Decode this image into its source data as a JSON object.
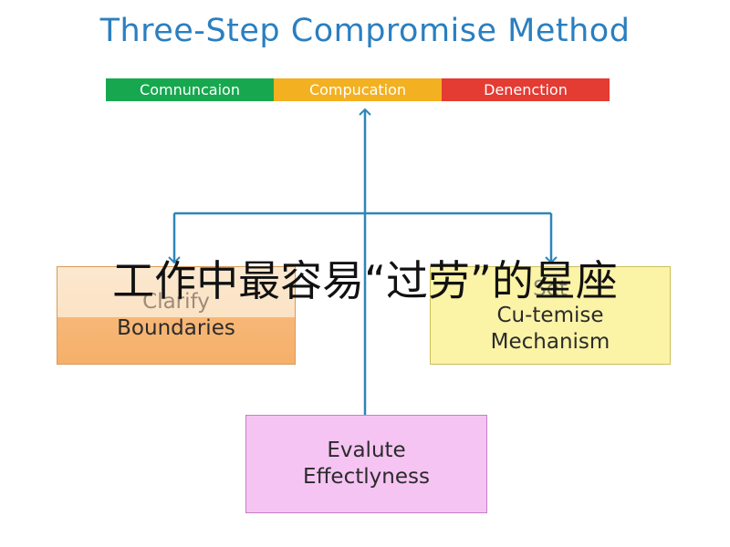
{
  "title": "Three-Step Compromise Method",
  "step_bar": [
    {
      "label": "Comnuncaion",
      "color": "#17a84f"
    },
    {
      "label": "Compucation",
      "color": "#f3b021"
    },
    {
      "label": "Denenction",
      "color": "#e43b33"
    }
  ],
  "boxes": {
    "left": {
      "line1": "Clarify",
      "line2": "Boundaries"
    },
    "right": {
      "line1": "Set",
      "line2": "Cu-temise",
      "line3": "Mechanism"
    },
    "bottom": {
      "line1": "Evalute",
      "line2": "Effectlyness"
    }
  },
  "overlay_caption": "工作中最容易“过劳”的星座",
  "colors": {
    "title": "#2a7fc0",
    "connector": "#2e86b8"
  }
}
